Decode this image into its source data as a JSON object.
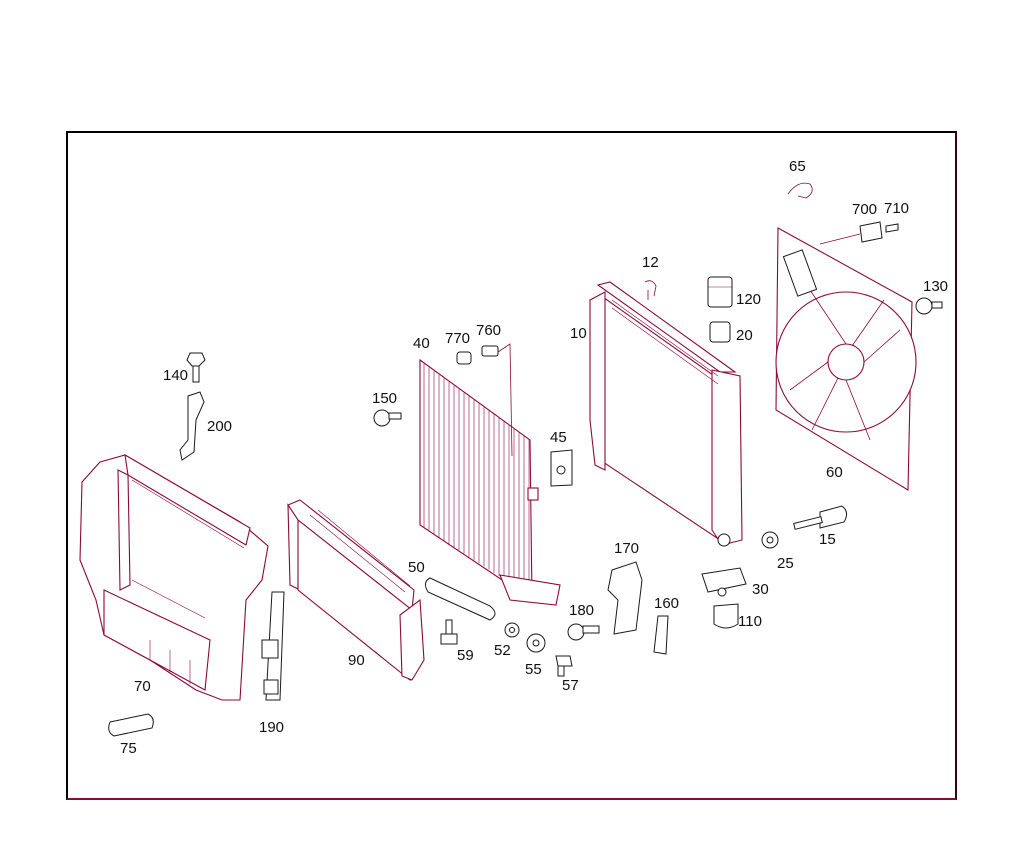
{
  "diagram": {
    "callouts": [
      "65",
      "700",
      "710",
      "130",
      "12",
      "120",
      "20",
      "10",
      "770",
      "760",
      "40",
      "140",
      "150",
      "45",
      "200",
      "60",
      "170",
      "15",
      "25",
      "30",
      "50",
      "180",
      "160",
      "110",
      "90",
      "59",
      "52",
      "55",
      "57",
      "70",
      "190",
      "75"
    ]
  },
  "colors": {
    "line": "#8b0a3a",
    "ink": "#111111",
    "frame": "#000000"
  }
}
